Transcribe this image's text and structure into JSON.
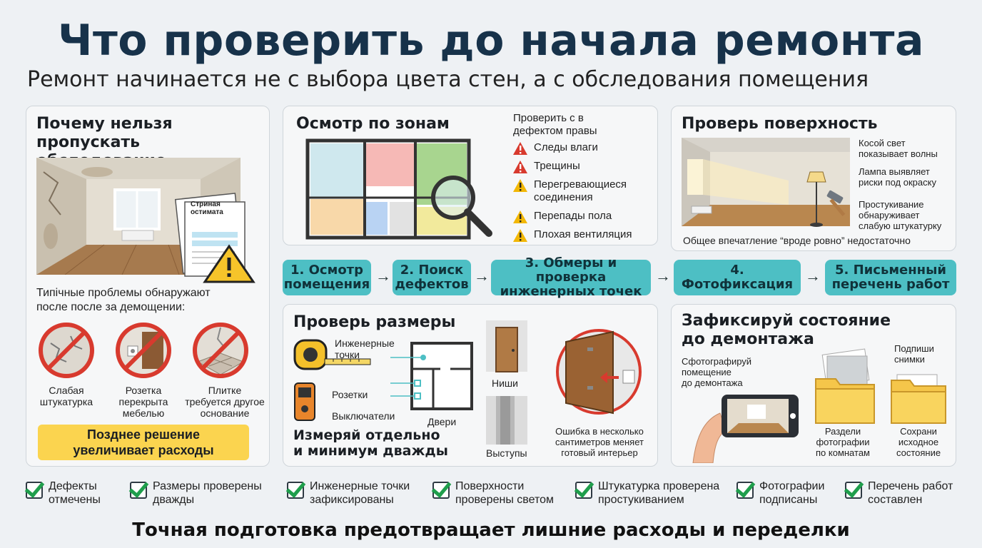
{
  "title": "Что проверить до начала ремонта",
  "subtitle": "Ремонт начинается не с выбора цвета стен, а с обследования помещения",
  "why": {
    "title_l1": "Почему нельзя",
    "title_l2": "пропускать обследование",
    "doc_l1": "Стриная",
    "doc_l2": "остимата",
    "problems_l1": "Типічные проблемы обнаружают",
    "problems_l2": "после после за демощении:",
    "items": [
      {
        "l1": "Слабая",
        "l2": "штукатурка",
        "l3": ""
      },
      {
        "l1": "Розетка",
        "l2": "перекрыта",
        "l3": "мебелью"
      },
      {
        "l1": "Плитке",
        "l2": "требуется другое",
        "l3": "основание"
      }
    ],
    "late_l1": "Позднее решение",
    "late_l2": "увеличивает расходы"
  },
  "zones": {
    "title": "Осмотр по зонам",
    "check_l1": "Проверить с в",
    "check_l2": "дефектом правы",
    "items": [
      {
        "l1": "Следы влаги",
        "l2": "",
        "color": "#d83a2e"
      },
      {
        "l1": "Трещины",
        "l2": "",
        "color": "#d83a2e"
      },
      {
        "l1": "Перегревающиеся",
        "l2": "соединения",
        "color": "#f2b705"
      },
      {
        "l1": "Перепады пола",
        "l2": "",
        "color": "#f2b705"
      },
      {
        "l1": "Плохая вентиляция",
        "l2": "",
        "color": "#f2b705"
      }
    ]
  },
  "surface": {
    "title": "Проверь поверхность",
    "n1_l1": "Косой свет",
    "n1_l2": "показывает волны",
    "n2_l1": "Лампа выявляет",
    "n2_l2": "риски под окраску",
    "n3_l1": "Простукивание",
    "n3_l2": "обнаруживает",
    "n3_l3": "слабую штукатурку",
    "note": "Общее впечатление “вроде ровно” недостаточно"
  },
  "steps": [
    {
      "l1": "1. Осмотр",
      "l2": "помещения"
    },
    {
      "l1": "2. Поиск",
      "l2": "дефектов"
    },
    {
      "l1": "3. Обмеры и проверка",
      "l2": "инженерных точек"
    },
    {
      "l1": "4. Фотофиксация",
      "l2": ""
    },
    {
      "l1": "5. Письменный",
      "l2": "перечень работ"
    }
  ],
  "sizes": {
    "title": "Проверь размеры",
    "eng_l1": "Инженерные",
    "eng_l2": "точки",
    "sockets": "Розетки",
    "switches": "Выключатели",
    "doors": "Двери",
    "niches": "Ниши",
    "ledges": "Выступы",
    "measure_l1": "Измеряй отдельно",
    "measure_l2": "и минимум дважды",
    "err_l1": "Ошибка в несколько",
    "err_l2": "сантиметров меняет",
    "err_l3": "готовый интерьер"
  },
  "photo": {
    "title_l1": "Зафиксируй состояние",
    "title_l2": "до демонтажа",
    "shoot_l1": "Сфотографируй",
    "shoot_l2": "помещение",
    "shoot_l3": "до демонтажа",
    "sign_l1": "Подпиши",
    "sign_l2": "снимки",
    "split_l1": "Раздели",
    "split_l2": "фотографии",
    "split_l3": "по комнатам",
    "keep_l1": "Сохрани",
    "keep_l2": "исходное",
    "keep_l3": "состояние"
  },
  "checklist": [
    {
      "l1": "Дефекты",
      "l2": "отмечены"
    },
    {
      "l1": "Размеры проверены",
      "l2": "дважды"
    },
    {
      "l1": "Инженерные точки",
      "l2": "зафиксированы"
    },
    {
      "l1": "Поверхности",
      "l2": "проверены светом"
    },
    {
      "l1": "Штукатурка проверена",
      "l2": "простукиванием"
    },
    {
      "l1": "Фотографии",
      "l2": "подписаны"
    },
    {
      "l1": "Перечень работ",
      "l2": "составлен"
    }
  ],
  "footer": "Точная подготовка предотвращает лишние расходы и переделки",
  "colors": {
    "accent": "#4dbfc4",
    "title": "#17324a",
    "warning": "#f2b705",
    "danger": "#d83a2e",
    "highlight": "#fbd44f",
    "check": "#1f9e4c"
  }
}
